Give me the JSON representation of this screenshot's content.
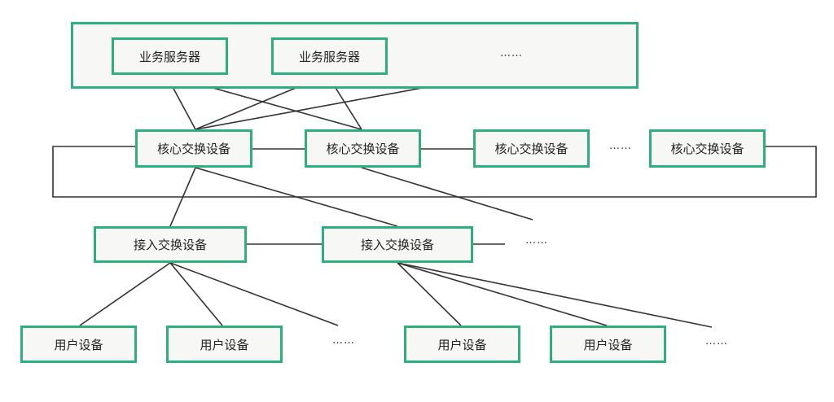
{
  "servers": [
    "业务服务器",
    "业务服务器"
  ],
  "core_switches": [
    "核心交换设备",
    "核心交换设备",
    "核心交换设备",
    "核心交换设备"
  ],
  "access_switches": [
    "接入交换设备",
    "接入交换设备"
  ],
  "user_devices": [
    "用户设备",
    "用户设备",
    "用户设备",
    "用户设备"
  ],
  "ellipsis": "……",
  "colors": {
    "node_border": "#2fae7e",
    "node_fill": "#f7f7f5",
    "line": "#333333"
  }
}
